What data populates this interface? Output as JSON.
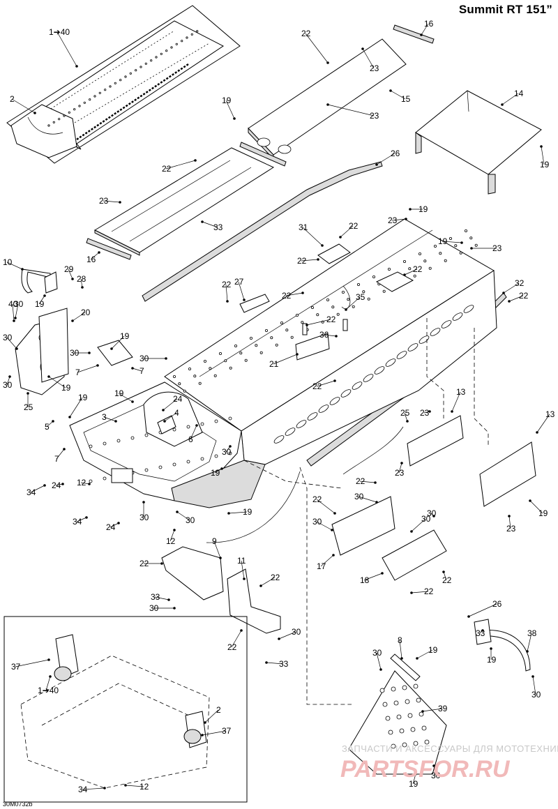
{
  "title": "Summit RT 151”",
  "drawing_code": "30M0732b",
  "watermark": {
    "tagline": "ЗАПЧАСТИ И АКСЕССУАРЫ ДЛЯ МОТОТЕХНИКИ",
    "brand": "PARTSFOR.RU"
  },
  "callouts": [
    "1➔40",
    "2",
    "22",
    "23",
    "16",
    "15",
    "14",
    "19",
    "26",
    "33",
    "10",
    "29",
    "28",
    "30",
    "31",
    "35",
    "27",
    "32",
    "36",
    "21",
    "40",
    "20",
    "7",
    "25",
    "5",
    "3",
    "4",
    "24",
    "6",
    "34",
    "12",
    "13",
    "17",
    "18",
    "9",
    "11",
    "8",
    "39",
    "38",
    "37"
  ]
}
